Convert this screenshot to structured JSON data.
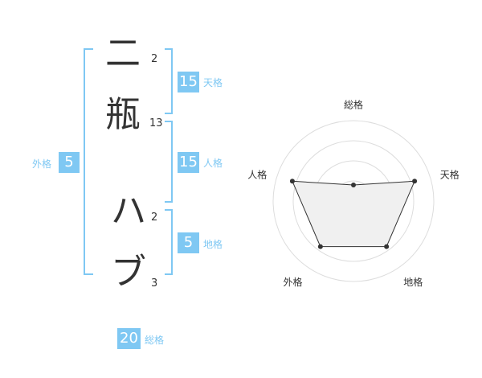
{
  "name": {
    "chars": [
      {
        "char": "二",
        "strokes": "2"
      },
      {
        "char": "瓶",
        "strokes": "13"
      },
      {
        "char": "ハ",
        "strokes": "2"
      },
      {
        "char": "ブ",
        "strokes": "3"
      }
    ]
  },
  "fortune": {
    "tenkaku": {
      "value": "15",
      "label": "天格"
    },
    "jinkaku": {
      "value": "15",
      "label": "人格"
    },
    "chikaku": {
      "value": "5",
      "label": "地格"
    },
    "gaikaku": {
      "value": "5",
      "label": "外格"
    },
    "soukaku": {
      "value": "20",
      "label": "総格"
    }
  },
  "colors": {
    "accent": "#7fc8f3",
    "text": "#333333"
  },
  "chart_data": {
    "type": "radar",
    "axes": [
      "総格",
      "天格",
      "地格",
      "外格",
      "人格"
    ],
    "values": [
      0.2,
      0.8,
      0.7,
      0.7,
      0.8
    ],
    "range": [
      0,
      1
    ],
    "rings": 4
  }
}
